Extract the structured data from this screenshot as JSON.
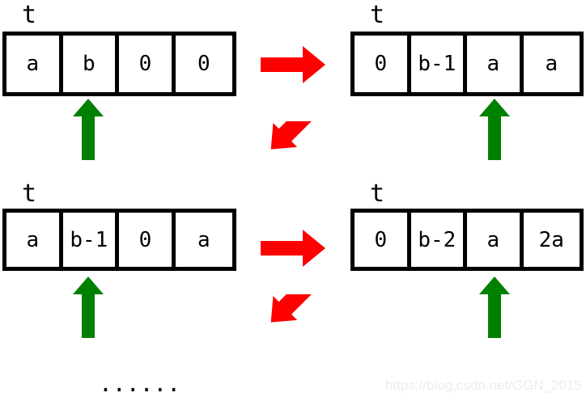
{
  "diagram": {
    "arrays": [
      {
        "id": "array-top-left",
        "label": "t",
        "cells": [
          "a",
          "b",
          "0",
          "0"
        ],
        "pointer_index": 1
      },
      {
        "id": "array-top-right",
        "label": "t",
        "cells": [
          "0",
          "b-1",
          "a",
          "a"
        ],
        "pointer_index": 2
      },
      {
        "id": "array-bottom-left",
        "label": "t",
        "cells": [
          "a",
          "b-1",
          "0",
          "a"
        ],
        "pointer_index": 1
      },
      {
        "id": "array-bottom-right",
        "label": "t",
        "cells": [
          "0",
          "b-2",
          "a",
          "2a"
        ],
        "pointer_index": 2
      }
    ],
    "transitions": [
      {
        "id": "transition-top-rightward",
        "direction": "right"
      },
      {
        "id": "transition-upper-diagonal",
        "direction": "down-left"
      },
      {
        "id": "transition-bottom-rightward",
        "direction": "right"
      },
      {
        "id": "transition-lower-diagonal",
        "direction": "down-left"
      }
    ],
    "continuation": "......",
    "watermark": "https://blog.csdn.net/GGN_2015",
    "colors": {
      "outline": "#000000",
      "pointer": "#008000",
      "transition": "#FF0000",
      "background": "#FFFFFF",
      "watermark": "#EDEDED"
    }
  }
}
